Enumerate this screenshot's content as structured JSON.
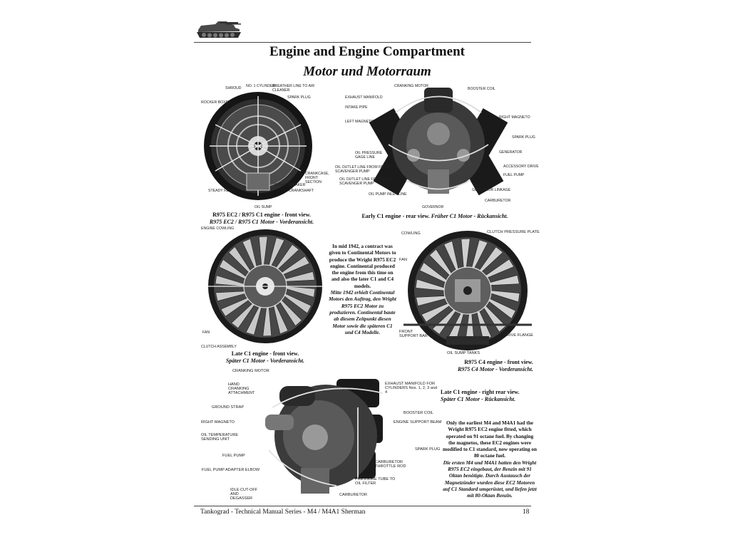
{
  "title": "Engine and Engine Compartment",
  "subtitle": "Motor und Motorraum",
  "figures": {
    "fig1": {
      "caption_en": "R975 EC2 / R975 C1 engine - front view.",
      "caption_de": "R975 EC2 / R975 C1 Motor - Vorderansicht.",
      "labels": [
        "SHROUD",
        "NO. 1 CYLINDER",
        "BREATHER LINE TO AIR CLEANER",
        "SPARK PLUG",
        "ROCKER BOXES",
        "CRANKCASE, FRONT SECTION",
        "SPRAY BREAKER",
        "STEADY REST",
        "OIL SUMP",
        "CRANKSHAFT"
      ]
    },
    "fig2": {
      "caption_en": "Early C1 engine - rear view.",
      "caption_de": "Früher C1 Motor - Rückansicht.",
      "labels": [
        "CRANKING MOTOR",
        "BOOSTER COIL",
        "EXHAUST MANIFOLD",
        "INTAKE PIPE",
        "LEFT MAGNETO",
        "RIGHT MAGNETO",
        "SPARK PLUG",
        "OIL PRESSURE GAGE LINE",
        "GENERATOR",
        "ACCESSORY DRIVE",
        "OIL OUTLET LINE FROM FRONT SCAVENGER PUMP",
        "FUEL PUMP",
        "OIL OUTLET LINE FROM MAIN SCAVENGER PUMP",
        "GOVERNOR LINKAGE",
        "OIL PUMP INLET LINE",
        "CARBURETOR",
        "GOVERNOR"
      ]
    },
    "fig3": {
      "caption_en": "Late C1 engine - front view.",
      "caption_de": "Später C1 Motor - Vorderansicht.",
      "labels": [
        "ENGINE COWLING",
        "FAN",
        "CLUTCH ASSEMBLY"
      ]
    },
    "fig4": {
      "caption_en": "R975 C4 engine - front view.",
      "caption_de": "R975 C4 Motor - Vorderansicht.",
      "labels": [
        "COWLING",
        "CLUTCH PRESSURE PLATE",
        "FAN",
        "FRONT SUPPORT BAR",
        "DRIVE FLANGE",
        "OIL SUMP TANKS"
      ]
    },
    "fig5": {
      "caption_en": "Late C1 engine - right rear view.",
      "caption_de": "Später C1 Motor - Rückansicht.",
      "labels_left": [
        "CRANKING MOTOR",
        "HAND CRANKING ATTACHMENT",
        "GROUND STRAP",
        "RIGHT MAGNETO",
        "OIL TEMPERATURE SENDING UNIT",
        "FUEL PUMP",
        "FUEL PUMP ADAPTER ELBOW",
        "IDLE CUT-OFF AND DEGASSER"
      ],
      "labels_right": [
        "EXHAUST MANIFOLD FOR CYLINDERS Nos. 1, 2, 3 and 4",
        "BOOSTER COIL",
        "ENGINE SUPPORT BEAM",
        "SPARK PLUG",
        "CARBURETOR THROTTLE ROD",
        "PRESSURE TUBE TO OIL FILTER",
        "CARBURETOR"
      ]
    }
  },
  "text_block_1": {
    "en": "In mid 1942, a contract was given to Continental Motors to produce the Wright R975 EC2 engine. Continental produced the engine from this time on and also the later C1 and C4 models.",
    "de": "Mitte 1942 erhielt Continental Motors den Auftrag, den Wright R975 EC2 Motor zu produzieren. Continental baute ab diesem Zeitpunkt diesen Motor sowie die späteren C1 und C4 Modelle."
  },
  "text_block_2": {
    "en": "Only the earliest M4 and M4A1 had the Wright R975 EC2 engine fitted, which operated on 91 octane fuel. By changing the magnetos, these EC2 engines were modified to C1 standard, now operating on 80 octane fuel.",
    "de": "Die ersten M4 und M4A1 hatten den Wright R975 EC2 eingebaut, der Benzin mit 91 Oktan benötigte. Durch Austausch der Magnetzünder wurden diese EC2 Motoren auf C1 Standard umgerüstet, und liefen jetzt mit 80-Oktan Benzin."
  },
  "footer": {
    "series": "Tankograd - Technical Manual Series - M4 / M4A1 Sherman",
    "page": "18"
  }
}
